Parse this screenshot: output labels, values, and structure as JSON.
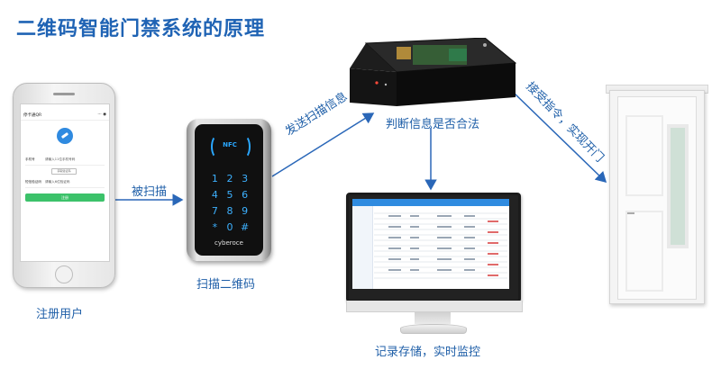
{
  "title": "二维码智能门禁系统的原理",
  "nodes": {
    "phone_caption": "注册用户",
    "reader_caption": "扫描二维码",
    "monitor_caption": "记录存储，实时监控"
  },
  "edges": {
    "phone_to_reader": "被扫描",
    "reader_to_controller": "发送扫描信息",
    "controller_decision": "判断信息是否合法",
    "controller_to_door": "接受指令，实现开门"
  },
  "phone_screen": {
    "app_title": "停卡通QR",
    "row1_key": "手机号",
    "row1_placeholder": "请输入11位手机号码",
    "code_button": "获取验证码",
    "row2_key": "短信验证码",
    "row2_placeholder": "请输入6位验证码",
    "submit": "注册"
  },
  "reader": {
    "nfc_label": "NFC",
    "keys": [
      "1",
      "2",
      "3",
      "4",
      "5",
      "6",
      "7",
      "8",
      "9",
      "*",
      "0",
      "#"
    ],
    "brand": "cyberoce"
  },
  "colors": {
    "accent": "#1f63b4",
    "arrow": "#2a67b8",
    "keypad": "#3db1ff"
  }
}
